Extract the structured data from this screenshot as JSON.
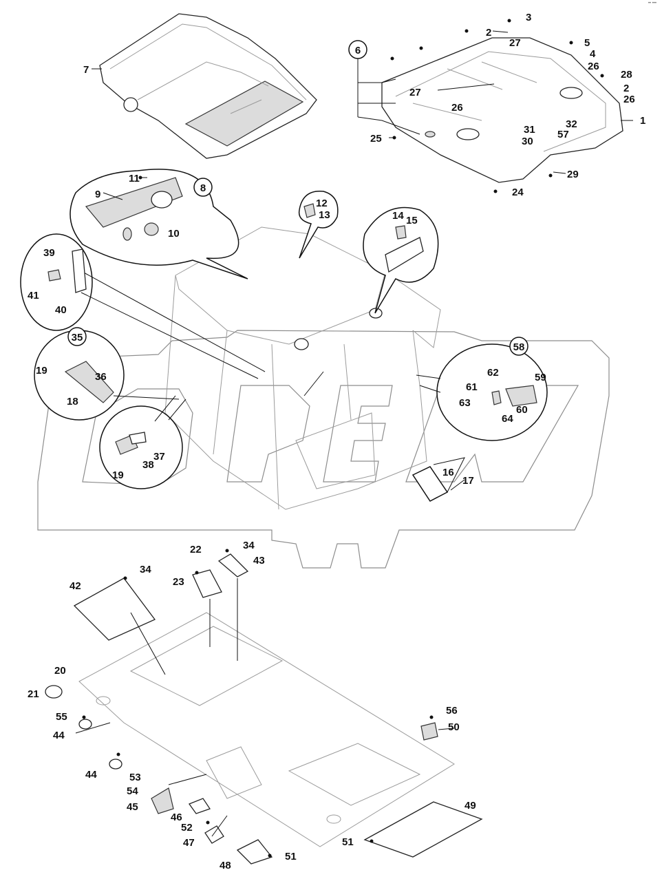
{
  "brand_mark": "•• •••",
  "callout_badges": [
    "6",
    "8",
    "35",
    "58"
  ],
  "labels": [
    {
      "text": "1"
    },
    {
      "text": "2"
    },
    {
      "text": "2"
    },
    {
      "text": "3"
    },
    {
      "text": "4"
    },
    {
      "text": "5"
    },
    {
      "text": "7"
    },
    {
      "text": "9"
    },
    {
      "text": "10"
    },
    {
      "text": "11"
    },
    {
      "text": "12"
    },
    {
      "text": "13"
    },
    {
      "text": "14"
    },
    {
      "text": "15"
    },
    {
      "text": "16"
    },
    {
      "text": "17"
    },
    {
      "text": "18"
    },
    {
      "text": "19"
    },
    {
      "text": "19"
    },
    {
      "text": "20"
    },
    {
      "text": "21"
    },
    {
      "text": "22"
    },
    {
      "text": "23"
    },
    {
      "text": "24"
    },
    {
      "text": "25"
    },
    {
      "text": "26"
    },
    {
      "text": "26"
    },
    {
      "text": "26"
    },
    {
      "text": "27"
    },
    {
      "text": "27"
    },
    {
      "text": "28"
    },
    {
      "text": "29"
    },
    {
      "text": "30"
    },
    {
      "text": "31"
    },
    {
      "text": "32"
    },
    {
      "text": "34"
    },
    {
      "text": "34"
    },
    {
      "text": "36"
    },
    {
      "text": "37"
    },
    {
      "text": "38"
    },
    {
      "text": "39"
    },
    {
      "text": "40"
    },
    {
      "text": "41"
    },
    {
      "text": "42"
    },
    {
      "text": "43"
    },
    {
      "text": "44"
    },
    {
      "text": "44"
    },
    {
      "text": "45"
    },
    {
      "text": "46"
    },
    {
      "text": "47"
    },
    {
      "text": "48"
    },
    {
      "text": "49"
    },
    {
      "text": "50"
    },
    {
      "text": "51"
    },
    {
      "text": "51"
    },
    {
      "text": "52"
    },
    {
      "text": "53"
    },
    {
      "text": "54"
    },
    {
      "text": "55"
    },
    {
      "text": "56"
    },
    {
      "text": "57"
    },
    {
      "text": "59"
    },
    {
      "text": "60"
    },
    {
      "text": "61"
    },
    {
      "text": "62"
    },
    {
      "text": "63"
    },
    {
      "text": "64"
    }
  ]
}
